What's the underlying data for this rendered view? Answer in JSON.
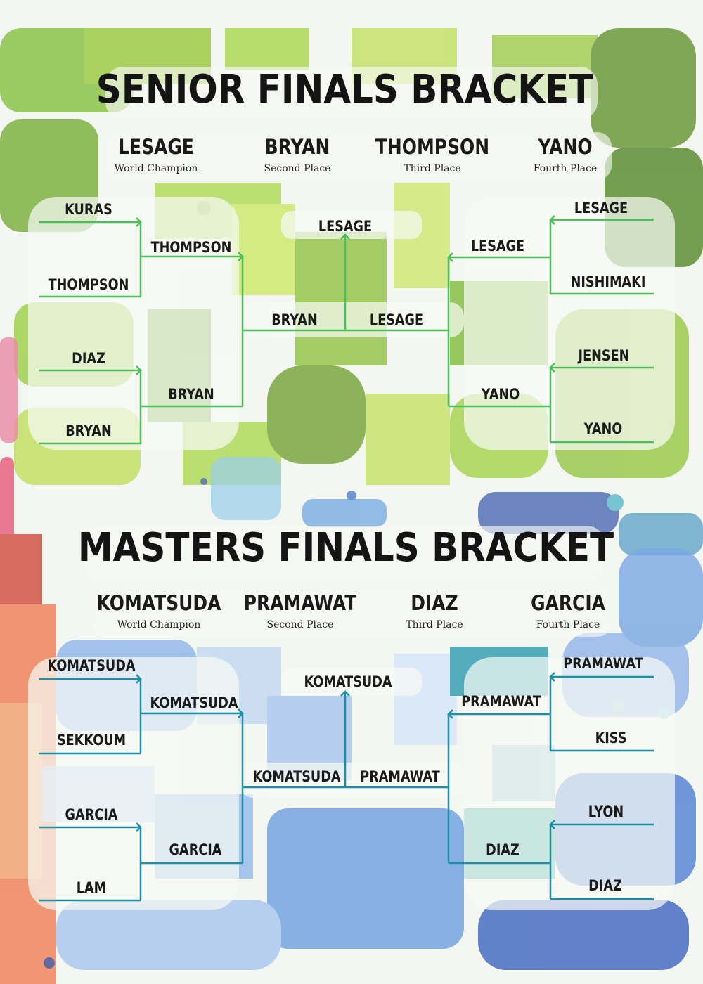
{
  "colors": {
    "background": "#f4f6f2",
    "senior_line": "#4cbf5a",
    "masters_line": "#1d8fa6",
    "text": "#141414"
  },
  "senior": {
    "title": "SENIOR FINALS BRACKET",
    "standings": [
      {
        "name": "LESAGE",
        "label": "World Champion"
      },
      {
        "name": "BRYAN",
        "label": "Second Place"
      },
      {
        "name": "THOMPSON",
        "label": "Third Place"
      },
      {
        "name": "YANO",
        "label": "Fourth Place"
      }
    ],
    "left_round1": [
      "KURAS",
      "THOMPSON",
      "DIAZ",
      "BRYAN"
    ],
    "left_round2": [
      "THOMPSON",
      "BRYAN"
    ],
    "left_final": "BRYAN",
    "champion": "LESAGE",
    "right_final": "LESAGE",
    "right_round2": [
      "LESAGE",
      "YANO"
    ],
    "right_round1": [
      "LESAGE",
      "NISHIMAKI",
      "JENSEN",
      "YANO"
    ]
  },
  "masters": {
    "title": "MASTERS FINALS BRACKET",
    "standings": [
      {
        "name": "KOMATSUDA",
        "label": "World Champion"
      },
      {
        "name": "PRAMAWAT",
        "label": "Second Place"
      },
      {
        "name": "DIAZ",
        "label": "Third Place"
      },
      {
        "name": "GARCIA",
        "label": "Fourth Place"
      }
    ],
    "left_round1": [
      "KOMATSUDA",
      "SEKKOUM",
      "GARCIA",
      "LAM"
    ],
    "left_round2": [
      "KOMATSUDA",
      "GARCIA"
    ],
    "left_final": "KOMATSUDA",
    "champion": "KOMATSUDA",
    "right_final": "PRAMAWAT",
    "right_round2": [
      "PRAMAWAT",
      "DIAZ"
    ],
    "right_round1": [
      "PRAMAWAT",
      "KISS",
      "LYON",
      "DIAZ"
    ]
  }
}
